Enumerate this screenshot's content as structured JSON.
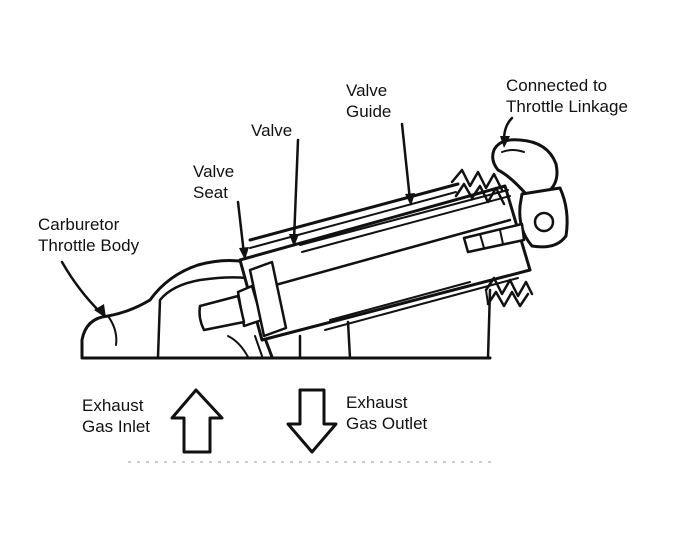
{
  "labels": {
    "valve_guide": [
      "Valve",
      "Guide"
    ],
    "connected_to_throttle": [
      "Connected to",
      "Throttle Linkage"
    ],
    "valve": "Valve",
    "valve_seat": [
      "Valve",
      "Seat"
    ],
    "carburetor_throttle_body": [
      "Carburetor",
      "Throttle Body"
    ],
    "exhaust_gas_inlet": [
      "Exhaust",
      "Gas Inlet"
    ],
    "exhaust_gas_outlet": [
      "Exhaust",
      "Gas Outlet"
    ]
  },
  "colors": {
    "ink": "#111111",
    "background": "#ffffff"
  }
}
